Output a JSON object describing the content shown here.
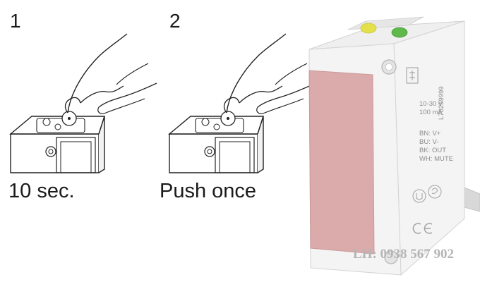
{
  "steps": [
    {
      "number": "1",
      "caption": "10 sec."
    },
    {
      "number": "2",
      "caption": "Push once"
    }
  ],
  "sensor": {
    "voltage": "10-30 V",
    "current": "100 mA",
    "part_number": "L70259999",
    "wiring": [
      "BN: V+",
      "BU: V-",
      "BK: OUT",
      "WH: MUTE"
    ],
    "led_colors": {
      "left": "#e3e04a",
      "right": "#5fb84a"
    },
    "lens_color": "#d9a4a4",
    "body_color": "#f4f4f4"
  },
  "watermark": {
    "text": "LH: 0938 567 902"
  }
}
